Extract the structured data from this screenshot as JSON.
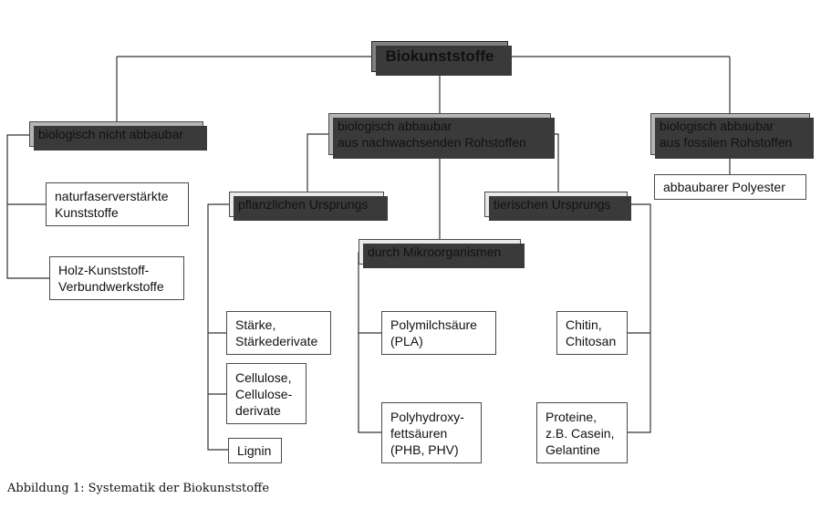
{
  "diagram": {
    "root": "Biokunststoffe",
    "categories": {
      "non_degradable": "biologisch nicht abbaubar",
      "renewable": "biologisch abbaubar\naus nachwachsenden Rohstoffen",
      "fossil": "biologisch abbaubar\naus fossilen Rohstoffen"
    },
    "subcategories": {
      "plant": "pflanzlichen Ursprungs",
      "animal": "tierischen Ursprungs",
      "micro": "durch Mikroorganismen"
    },
    "leaves": {
      "nfk": "naturfaserverstärkte\nKunststoffe",
      "wpc": "Holz-Kunststoff-\nVerbundwerkstoffe",
      "starch": "Stärke,\nStärkederivate",
      "cellulose": "Cellulose,\nCellulose-\nderivate",
      "lignin": "Lignin",
      "pla": "Polymilchsäure\n(PLA)",
      "pha": "Polyhydroxy-\nfettsäuren\n(PHB, PHV)",
      "chitin": "Chitin,\nChitosan",
      "proteins": "Proteine,\nz.B. Casein,\nGelantine",
      "polyester": "abbaubarer Polyester"
    }
  },
  "caption": "Abbildung 1: Systematik der Biokunststoffe",
  "colors": {
    "root": "#808080",
    "category": "#b5b5b5",
    "subcategory": "#e9e9e9",
    "line": "#333333"
  }
}
